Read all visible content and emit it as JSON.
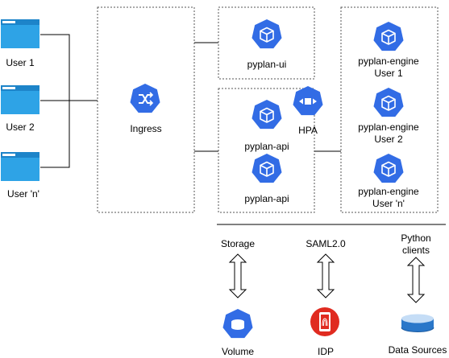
{
  "colors": {
    "kube_blue": "#326ce5",
    "browser_blue": "#2ea3e6",
    "browser_header": "#1d84c9",
    "idp_red": "#e02b20",
    "storage_blue": "#2a77c9",
    "line": "#000000",
    "dashed_border": "#555555"
  },
  "users": [
    {
      "label": "User 1",
      "icon": "browser-window-icon"
    },
    {
      "label": "User 2",
      "icon": "browser-window-icon"
    },
    {
      "label": "User 'n'",
      "icon": "browser-window-icon"
    }
  ],
  "ingress": {
    "label": "Ingress",
    "icon": "kubernetes-ingress-icon"
  },
  "ui": {
    "label": "pyplan-ui",
    "icon": "kubernetes-pod-icon"
  },
  "api_group": {
    "pods": [
      {
        "label": "pyplan-api",
        "icon": "kubernetes-pod-icon"
      },
      {
        "label": "pyplan-api",
        "icon": "kubernetes-pod-icon"
      }
    ],
    "hpa": {
      "label": "HPA",
      "icon": "kubernetes-hpa-icon"
    }
  },
  "engines": [
    {
      "line1": "pyplan-engine",
      "line2": "User 1",
      "icon": "kubernetes-pod-icon"
    },
    {
      "line1": "pyplan-engine",
      "line2": "User 2",
      "icon": "kubernetes-pod-icon"
    },
    {
      "line1": "pyplan-engine",
      "line2": "User 'n'",
      "icon": "kubernetes-pod-icon"
    }
  ],
  "bottom": {
    "storage": {
      "top_label": "Storage",
      "bottom_label": "Volume",
      "icon": "kubernetes-volume-icon"
    },
    "saml": {
      "top_label": "SAML2.0",
      "bottom_label": "IDP",
      "icon": "fingerprint-phone-icon"
    },
    "python": {
      "top_line1": "Python",
      "top_line2": "clients",
      "bottom_label": "Data Sources",
      "icon": "database-icon"
    }
  }
}
